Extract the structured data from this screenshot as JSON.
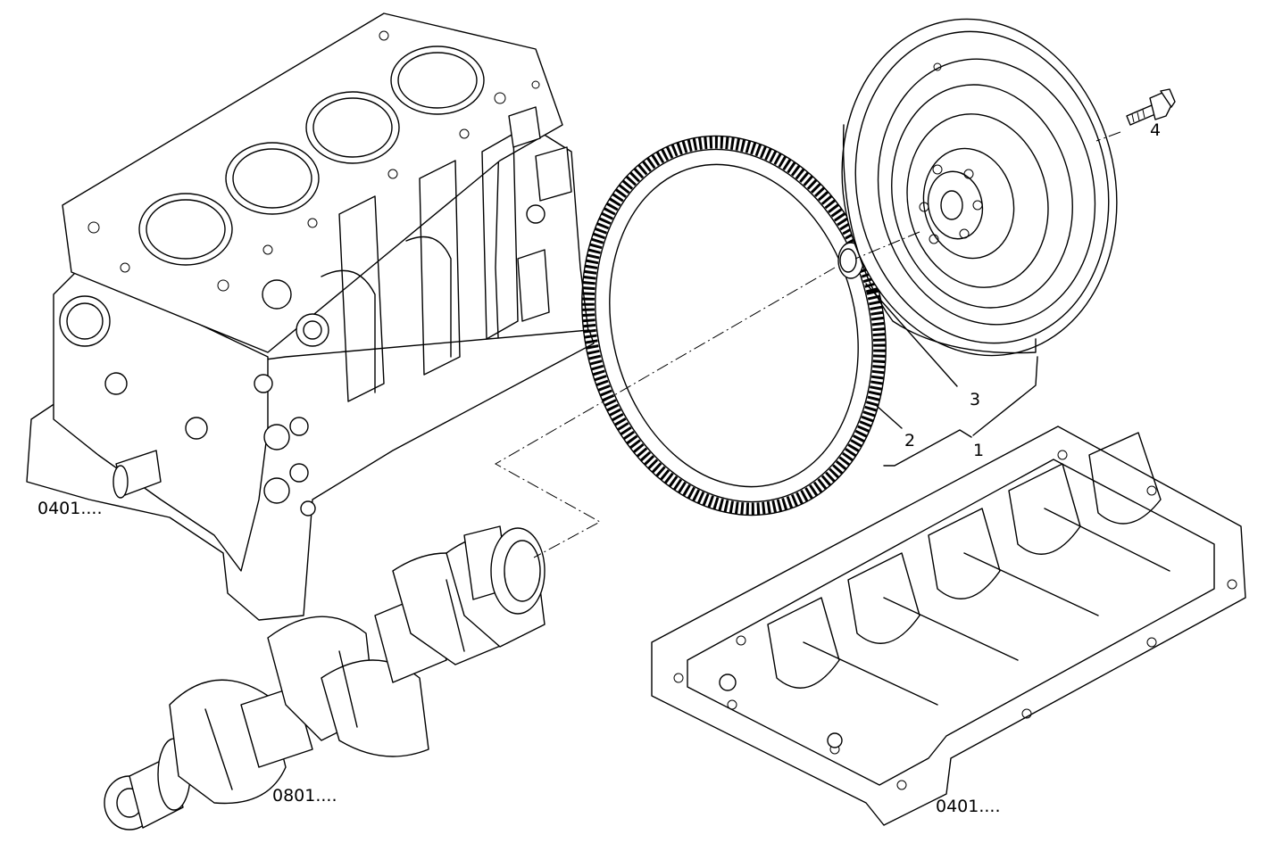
{
  "labels": {
    "engine_block_ref": "0401....",
    "crankshaft_ref": "0801....",
    "lower_crankcase_ref": "0401...."
  },
  "callouts": {
    "item_1": "1",
    "item_2": "2",
    "item_3": "3",
    "item_4": "4"
  }
}
